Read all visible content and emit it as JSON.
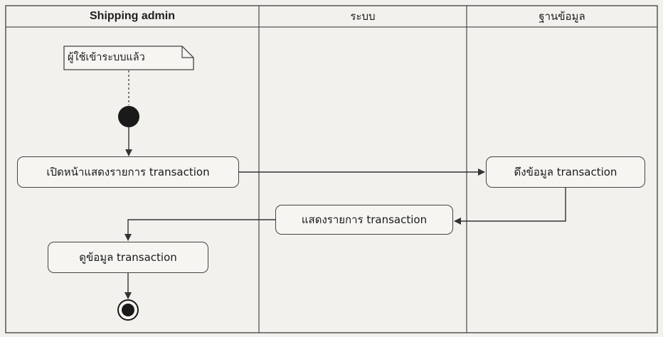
{
  "lanes": [
    {
      "title": "Shipping admin"
    },
    {
      "title": "ระบบ"
    },
    {
      "title": "ฐานข้อมูล"
    }
  ],
  "note": {
    "text": "ผู้ใช้เข้าระบบแล้ว"
  },
  "activities": {
    "open_page": "เปิดหน้าแสดงรายการ transaction",
    "fetch_data": "ดึงข้อมูล transaction",
    "show_list": "แสดงรายการ transaction",
    "view_data": "ดูข้อมูล transaction"
  },
  "colors": {
    "line": "#333333",
    "node_fill": "#f6f5f2",
    "background": "#f3f1ed"
  }
}
